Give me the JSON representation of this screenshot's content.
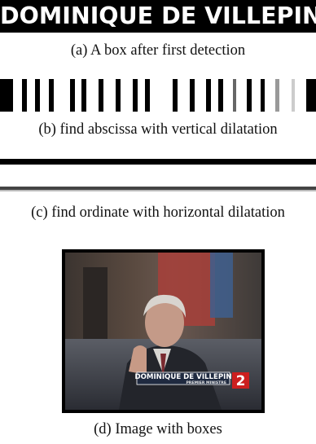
{
  "panel_a": {
    "box_text": "DOMINIQUE DE VILLEPIN",
    "caption": "(a) A box after first detection"
  },
  "panel_b": {
    "caption": "(b) find abscissa with vertical dilatation"
  },
  "panel_c": {
    "caption": "(c) find ordinate with horizontal dilatation"
  },
  "panel_d": {
    "caption": "(d) Image with boxes",
    "overlay_name": "DOMINIQUE DE VILLEPIN",
    "overlay_title": "PREMIER MINISTRE",
    "channel_logo": "2"
  },
  "colors": {
    "panel_bg": "#000000",
    "box_text": "#ffffff",
    "logo_red": "#cc1f1f"
  }
}
